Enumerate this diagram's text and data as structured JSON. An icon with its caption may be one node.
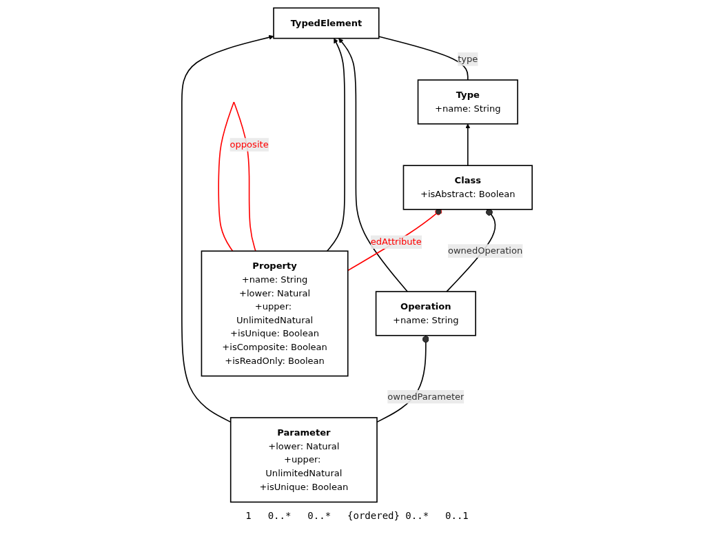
{
  "diagram": {
    "nodes": [
      {
        "text": [
          "Type",
          "+name: String"
        ]
      },
      {
        "text": [
          "TypedElement"
        ]
      },
      {
        "text": [
          "Class",
          "+isAbstract: Boolean"
        ]
      },
      {
        "text": [
          "Operation",
          "+name: String"
        ]
      },
      {
        "text": [
          "Property",
          "+name: String",
          "+lower: Natural",
          "+upper: UnlimitedNatural",
          "+isUnique: Boolean",
          "+isComposite: Boolean",
          "+isReadOnly: Boolean"
        ]
      },
      {
        "text": [
          "Parameter",
          "+lower: Natural",
          "+upper: UnlimitedNatural",
          "+isUnique: Boolean"
        ]
      }
    ],
    "edges": [
      {
        "from": 0,
        "to": 1,
        "arrow": "none",
        "label": "type"
      },
      {
        "from": 2,
        "to": 0,
        "arrow": "to"
      },
      {
        "from": 3,
        "to": 1,
        "arrow": "to"
      },
      {
        "from": 4,
        "to": 1,
        "arrow": "to"
      },
      {
        "from": 5,
        "to": 1,
        "arrow": "to"
      },
      {
        "from": 2,
        "to": 3,
        "arrow": "other",
        "label": "ownedOperation"
      },
      {
        "from": 2,
        "to": 4,
        "arrow": "other",
        "label": "edAttribute",
        "color": "#ff0000"
      },
      {
        "from": 3,
        "to": 5,
        "arrow": "other",
        "label": "ownedParameter"
      },
      {
        "from": 4,
        "to": 4,
        "arrow": "none",
        "label": "opposite",
        "color": "#ff0000"
      }
    ],
    "labels": [
      "1",
      "0..*",
      "0..*",
      "{ordered} 0..*",
      "0..1"
    ]
  }
}
